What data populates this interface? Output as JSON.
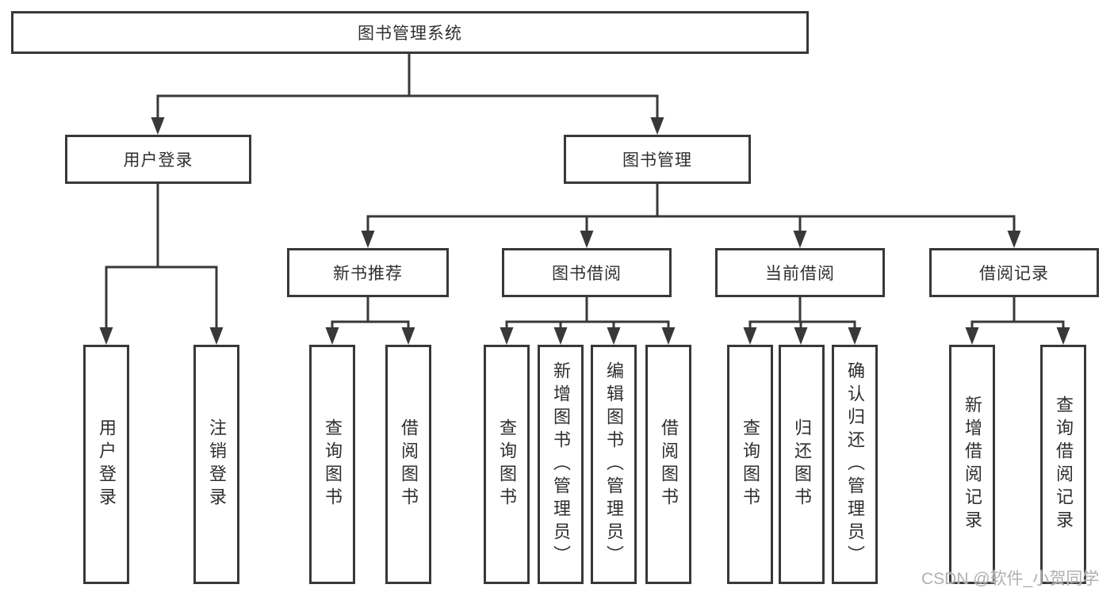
{
  "diagram": {
    "colors": {
      "line": "#383838",
      "text": "#2f2f2f",
      "background": "#ffffff",
      "watermark": "#b0b0b0"
    },
    "nodes": {
      "root": "图书管理系统",
      "level2": [
        "用户登录",
        "图书管理"
      ],
      "level3": [
        "新书推荐",
        "图书借阅",
        "当前借阅",
        "借阅记录"
      ],
      "leaves": [
        "用户登录",
        "注销登录",
        "查询图书",
        "借阅图书",
        "查询图书",
        "新增图书（管理员）",
        "编辑图书（管理员）",
        "借阅图书",
        "查询图书",
        "归还图书",
        "确认归还（管理员）",
        "新增借阅记录",
        "查询借阅记录"
      ]
    },
    "watermark": "CSDN @软件_小贺同学"
  }
}
